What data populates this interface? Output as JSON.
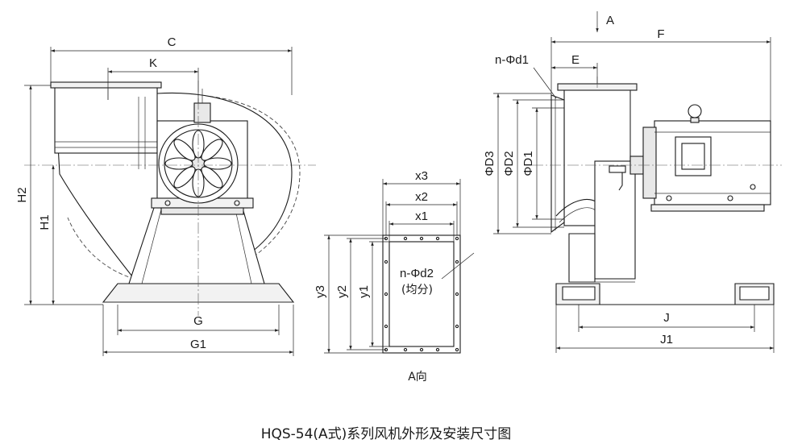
{
  "title": "HQS-54(A式)系列风机外形及安装尺寸图",
  "view_caption": "A向",
  "front_view": {
    "C": "C",
    "K": "K",
    "H2": "H2",
    "H1": "H1",
    "G": "G",
    "G1": "G1"
  },
  "flange_view": {
    "x3": "x3",
    "x2": "x2",
    "x1": "x1",
    "y3": "y3",
    "y2": "y2",
    "y1": "y1",
    "holes": "n-Φd2",
    "holes_note": "(均分)"
  },
  "side_view": {
    "A": "A",
    "F": "F",
    "E": "E",
    "holes": "n-Φd1",
    "D3": "ΦD3",
    "D2": "ΦD2",
    "D1": "ΦD1",
    "J": "J",
    "J1": "J1"
  }
}
